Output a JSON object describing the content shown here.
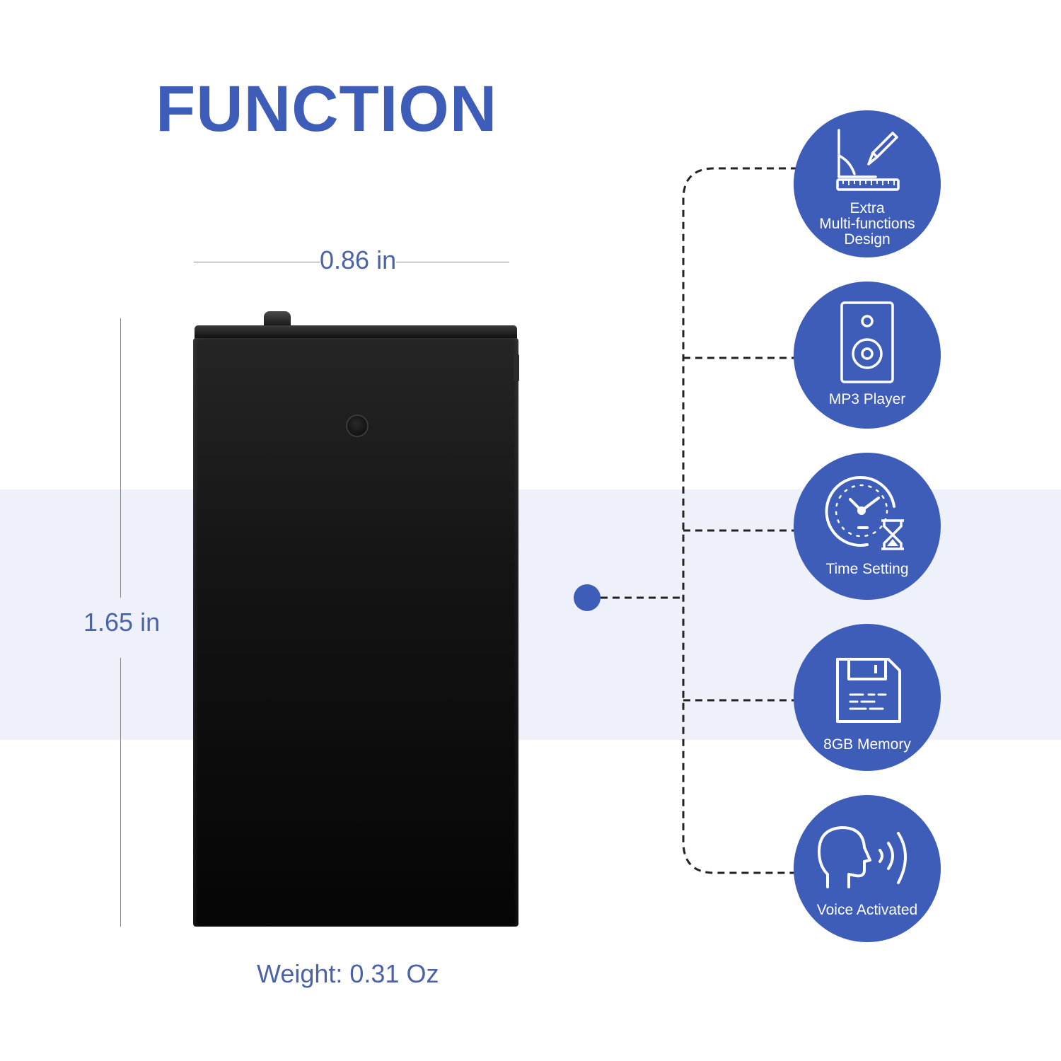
{
  "title": "FUNCTION",
  "dimensions": {
    "width_label": "0.86 in",
    "height_label": "1.65 in",
    "weight_label": "Weight: 0.31 Oz"
  },
  "features": [
    {
      "label": "Extra Multi-functions Design",
      "label_lines": [
        "Extra",
        "Multi-functions",
        "Design"
      ],
      "icon": "ruler-pen-icon"
    },
    {
      "label": "MP3 Player",
      "icon": "speaker-icon"
    },
    {
      "label": "Time Setting",
      "icon": "clock-hourglass-icon"
    },
    {
      "label": "8GB Memory",
      "icon": "floppy-disk-icon"
    },
    {
      "label": "Voice Activated",
      "icon": "voice-head-icon"
    }
  ],
  "colors": {
    "accent": "#3d5db8",
    "band": "#eef1fa",
    "dimension_text": "#4a63a8",
    "device": "#0a0a0a"
  }
}
